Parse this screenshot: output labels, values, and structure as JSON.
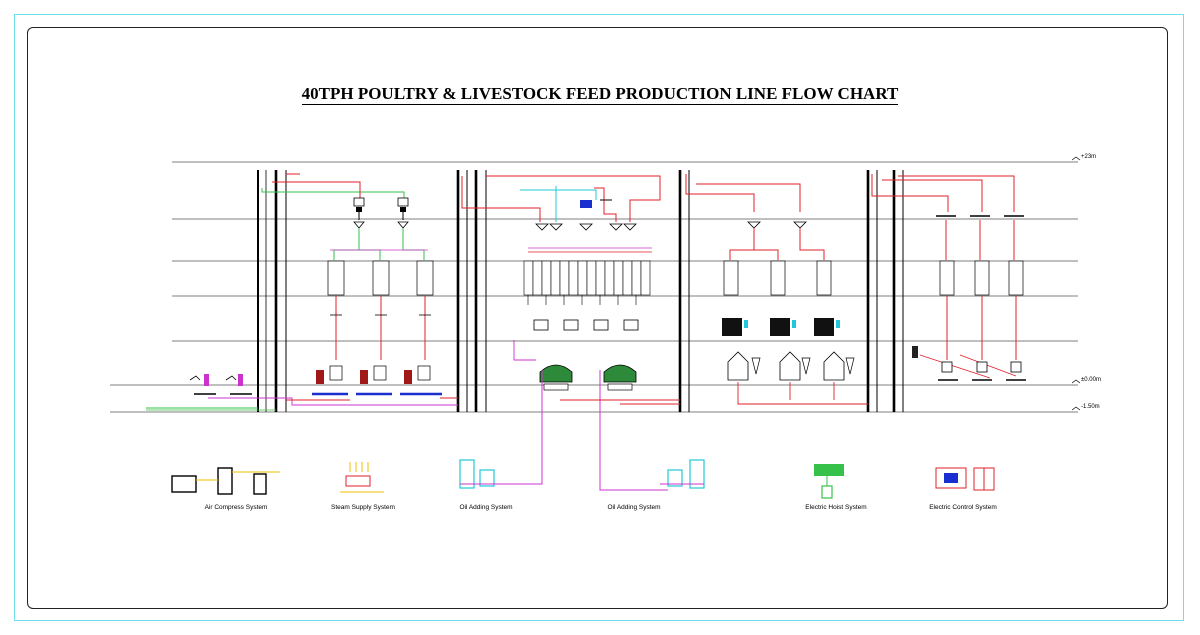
{
  "title": "40TPH POULTRY & LIVESTOCK FEED PRODUCTION LINE FLOW CHART",
  "levels": [
    "+23m",
    "±0.00m",
    "-1.50m"
  ],
  "systems": [
    {
      "label": "Air Compress System"
    },
    {
      "label": "Steam Supply System"
    },
    {
      "label": "Oil Adding System"
    },
    {
      "label": "Oil Adding System"
    },
    {
      "label": "Electric Hoist System"
    },
    {
      "label": "Electric Control System"
    }
  ],
  "colors": {
    "frame_outer": "#6ee0e8",
    "line_red": "#e0202a",
    "line_green": "#36c24a",
    "line_magenta": "#cc33cc",
    "line_cyan": "#21c8d8",
    "line_blue": "#1a2fd0",
    "yellow": "#f0c000"
  }
}
